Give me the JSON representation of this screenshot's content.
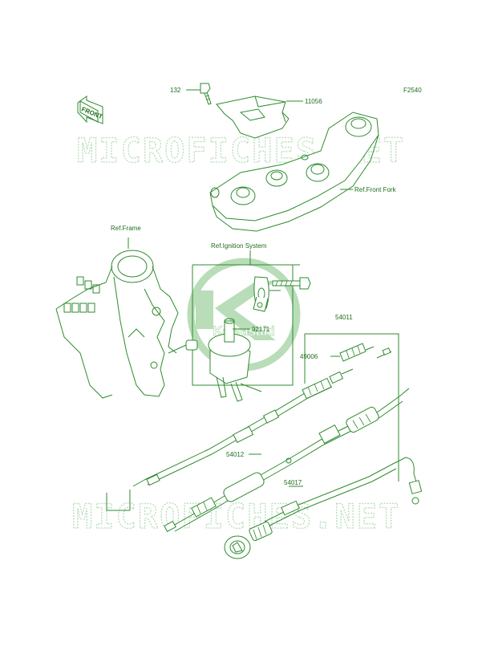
{
  "diagram": {
    "code": "F2540",
    "front_label": "FRONT",
    "watermark_text": "MICROFICHES.NET",
    "logo_text": "Kawasaki",
    "colors": {
      "line": "#2e8b2e",
      "watermark": "#b9dcb9",
      "logo": "#7fc27f"
    },
    "labels": {
      "p132": "132",
      "p11056": "11056",
      "ref_front_fork": "Ref.Front Fork",
      "ref_frame": "Ref.Frame",
      "ref_ignition": "Ref.Ignition System",
      "p92171": "92171",
      "p54011": "54011",
      "p49006": "49006",
      "p54012": "54012",
      "p54017": "54017"
    }
  }
}
